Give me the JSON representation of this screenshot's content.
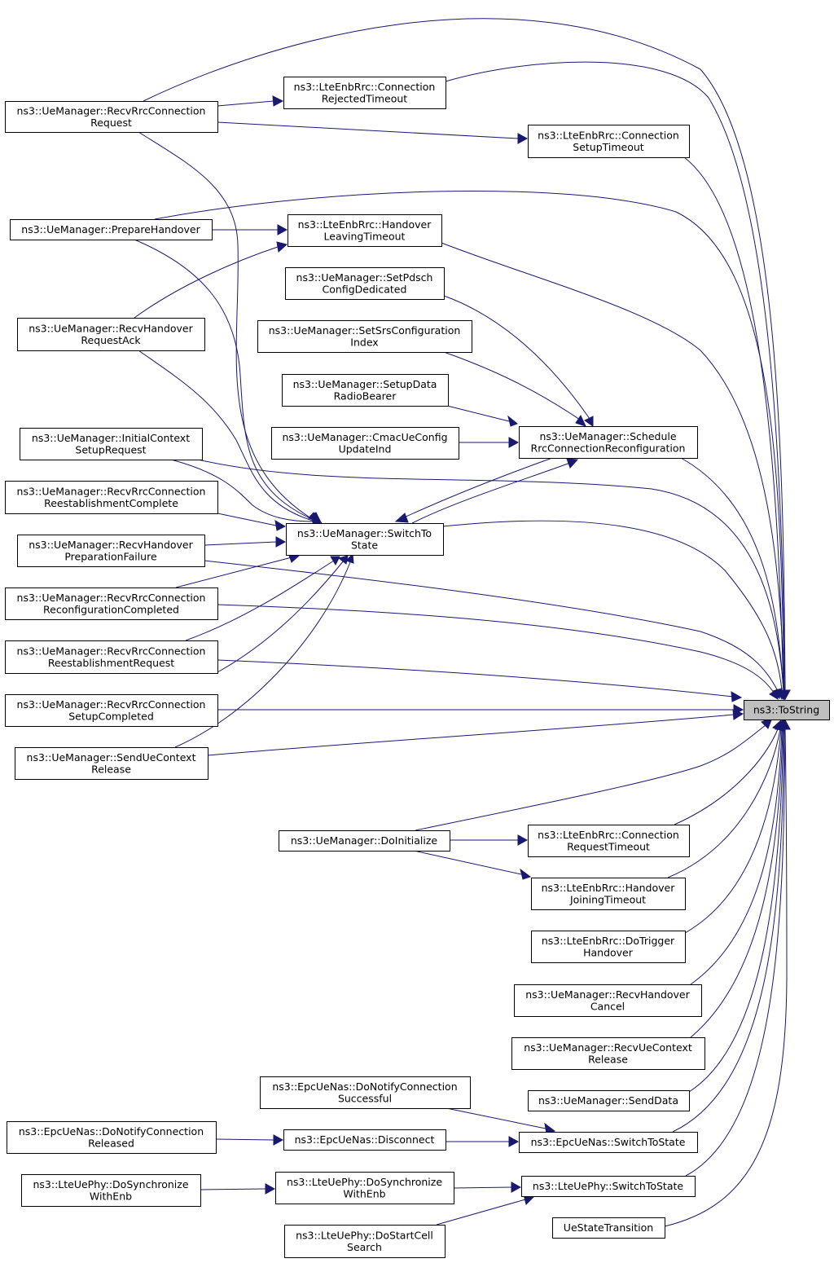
{
  "diagram": {
    "nodes": [
      {
        "id": "tostring",
        "lines": [
          "ns3::ToString"
        ],
        "root": true
      },
      {
        "id": "recvrrcconnreq",
        "lines": [
          "ns3::UeManager::RecvRrcConnection",
          "Request"
        ]
      },
      {
        "id": "connrejtimeout",
        "lines": [
          "ns3::LteEnbRrc::Connection",
          "RejectedTimeout"
        ]
      },
      {
        "id": "connsetuptimeout",
        "lines": [
          "ns3::LteEnbRrc::Connection",
          "SetupTimeout"
        ]
      },
      {
        "id": "preparehandover",
        "lines": [
          "ns3::UeManager::PrepareHandover"
        ]
      },
      {
        "id": "handoverleavingtimeout",
        "lines": [
          "ns3::LteEnbRrc::Handover",
          "LeavingTimeout"
        ]
      },
      {
        "id": "setpdsch",
        "lines": [
          "ns3::UeManager::SetPdsch",
          "ConfigDedicated"
        ]
      },
      {
        "id": "recvhandoverreqack",
        "lines": [
          "ns3::UeManager::RecvHandover",
          "RequestAck"
        ]
      },
      {
        "id": "setsrs",
        "lines": [
          "ns3::UeManager::SetSrsConfiguration",
          "Index"
        ]
      },
      {
        "id": "setupdatarb",
        "lines": [
          "ns3::UeManager::SetupData",
          "RadioBearer"
        ]
      },
      {
        "id": "cmacueconfig",
        "lines": [
          "ns3::UeManager::CmacUeConfig",
          "UpdateInd"
        ]
      },
      {
        "id": "schedulerrcconnreconf",
        "lines": [
          "ns3::UeManager::Schedule",
          "RrcConnectionReconfiguration"
        ]
      },
      {
        "id": "initialcontextsetup",
        "lines": [
          "ns3::UeManager::InitialContext",
          "SetupRequest"
        ]
      },
      {
        "id": "recvrrcreestcomplete",
        "lines": [
          "ns3::UeManager::RecvRrcConnection",
          "ReestablishmentComplete"
        ]
      },
      {
        "id": "switchtostate",
        "lines": [
          "ns3::UeManager::SwitchTo",
          "State"
        ]
      },
      {
        "id": "recvhandoverprepfail",
        "lines": [
          "ns3::UeManager::RecvHandover",
          "PreparationFailure"
        ]
      },
      {
        "id": "recvrrcreconfcompleted",
        "lines": [
          "ns3::UeManager::RecvRrcConnection",
          "ReconfigurationCompleted"
        ]
      },
      {
        "id": "recvrrcreestrequest",
        "lines": [
          "ns3::UeManager::RecvRrcConnection",
          "ReestablishmentRequest"
        ]
      },
      {
        "id": "recvrrcsetupcompleted",
        "lines": [
          "ns3::UeManager::RecvRrcConnection",
          "SetupCompleted"
        ]
      },
      {
        "id": "senduecontextrelease",
        "lines": [
          "ns3::UeManager::SendUeContext",
          "Release"
        ]
      },
      {
        "id": "doinitialize",
        "lines": [
          "ns3::UeManager::DoInitialize"
        ]
      },
      {
        "id": "connreqtimeout",
        "lines": [
          "ns3::LteEnbRrc::Connection",
          "RequestTimeout"
        ]
      },
      {
        "id": "handoverjoiningtimeout",
        "lines": [
          "ns3::LteEnbRrc::Handover",
          "JoiningTimeout"
        ]
      },
      {
        "id": "dotriggerhandover",
        "lines": [
          "ns3::LteEnbRrc::DoTrigger",
          "Handover"
        ]
      },
      {
        "id": "recvhandovercancel",
        "lines": [
          "ns3::UeManager::RecvHandover",
          "Cancel"
        ]
      },
      {
        "id": "recvuecontextrelease",
        "lines": [
          "ns3::UeManager::RecvUeContext",
          "Release"
        ]
      },
      {
        "id": "donotifyconnsuccessful",
        "lines": [
          "ns3::EpcUeNas::DoNotifyConnection",
          "Successful"
        ]
      },
      {
        "id": "senddata",
        "lines": [
          "ns3::UeManager::SendData"
        ]
      },
      {
        "id": "donotifyconnreleased",
        "lines": [
          "ns3::EpcUeNas::DoNotifyConnection",
          "Released"
        ]
      },
      {
        "id": "epcdisconnect",
        "lines": [
          "ns3::EpcUeNas::Disconnect"
        ]
      },
      {
        "id": "epcswitchtostate",
        "lines": [
          "ns3::EpcUeNas::SwitchToState"
        ]
      },
      {
        "id": "dosyncwithenb2",
        "lines": [
          "ns3::LteUePhy::DoSynchronize",
          "WithEnb"
        ]
      },
      {
        "id": "dosyncwithenb1",
        "lines": [
          "ns3::LteUePhy::DoSynchronize",
          "WithEnb"
        ]
      },
      {
        "id": "physwitchtostate",
        "lines": [
          "ns3::LteUePhy::SwitchToState"
        ]
      },
      {
        "id": "dostartcellsearch",
        "lines": [
          "ns3::LteUePhy::DoStartCell",
          "Search"
        ]
      },
      {
        "id": "uestatetransition",
        "lines": [
          "UeStateTransition"
        ]
      }
    ],
    "edges": [
      {
        "from": "recvrrcconnreq",
        "to": "tostring"
      },
      {
        "from": "recvrrcconnreq",
        "to": "connrejtimeout"
      },
      {
        "from": "recvrrcconnreq",
        "to": "connsetuptimeout"
      },
      {
        "from": "recvrrcconnreq",
        "to": "switchtostate"
      },
      {
        "from": "connrejtimeout",
        "to": "tostring"
      },
      {
        "from": "connsetuptimeout",
        "to": "tostring"
      },
      {
        "from": "preparehandover",
        "to": "tostring"
      },
      {
        "from": "preparehandover",
        "to": "handoverleavingtimeout"
      },
      {
        "from": "preparehandover",
        "to": "switchtostate"
      },
      {
        "from": "handoverleavingtimeout",
        "to": "tostring"
      },
      {
        "from": "recvhandoverreqack",
        "to": "handoverleavingtimeout"
      },
      {
        "from": "recvhandoverreqack",
        "to": "switchtostate"
      },
      {
        "from": "setpdsch",
        "to": "schedulerrcconnreconf"
      },
      {
        "from": "setsrs",
        "to": "schedulerrcconnreconf"
      },
      {
        "from": "setupdatarb",
        "to": "schedulerrcconnreconf"
      },
      {
        "from": "cmacueconfig",
        "to": "schedulerrcconnreconf"
      },
      {
        "from": "schedulerrcconnreconf",
        "to": "tostring"
      },
      {
        "from": "schedulerrcconnreconf",
        "to": "switchtostate"
      },
      {
        "from": "switchtostate",
        "to": "schedulerrcconnreconf"
      },
      {
        "from": "initialcontextsetup",
        "to": "tostring"
      },
      {
        "from": "initialcontextsetup",
        "to": "switchtostate"
      },
      {
        "from": "recvrrcreestcomplete",
        "to": "switchtostate"
      },
      {
        "from": "switchtostate",
        "to": "tostring"
      },
      {
        "from": "recvhandoverprepfail",
        "to": "switchtostate"
      },
      {
        "from": "recvhandoverprepfail",
        "to": "tostring"
      },
      {
        "from": "recvrrcreconfcompleted",
        "to": "switchtostate"
      },
      {
        "from": "recvrrcreconfcompleted",
        "to": "tostring"
      },
      {
        "from": "recvrrcreestrequest",
        "to": "switchtostate"
      },
      {
        "from": "recvrrcreestrequest",
        "to": "tostring"
      },
      {
        "from": "recvrrcsetupcompleted",
        "to": "switchtostate"
      },
      {
        "from": "recvrrcsetupcompleted",
        "to": "tostring"
      },
      {
        "from": "senduecontextrelease",
        "to": "switchtostate"
      },
      {
        "from": "senduecontextrelease",
        "to": "tostring"
      },
      {
        "from": "doinitialize",
        "to": "tostring"
      },
      {
        "from": "doinitialize",
        "to": "connreqtimeout"
      },
      {
        "from": "doinitialize",
        "to": "handoverjoiningtimeout"
      },
      {
        "from": "connreqtimeout",
        "to": "tostring"
      },
      {
        "from": "handoverjoiningtimeout",
        "to": "tostring"
      },
      {
        "from": "dotriggerhandover",
        "to": "tostring"
      },
      {
        "from": "recvhandovercancel",
        "to": "tostring"
      },
      {
        "from": "recvuecontextrelease",
        "to": "tostring"
      },
      {
        "from": "senddata",
        "to": "tostring"
      },
      {
        "from": "donotifyconnsuccessful",
        "to": "epcswitchtostate"
      },
      {
        "from": "donotifyconnreleased",
        "to": "epcdisconnect"
      },
      {
        "from": "epcdisconnect",
        "to": "epcswitchtostate"
      },
      {
        "from": "epcswitchtostate",
        "to": "tostring"
      },
      {
        "from": "dosyncwithenb2",
        "to": "dosyncwithenb1"
      },
      {
        "from": "dosyncwithenb1",
        "to": "physwitchtostate"
      },
      {
        "from": "dostartcellsearch",
        "to": "physwitchtostate"
      },
      {
        "from": "physwitchtostate",
        "to": "tostring"
      },
      {
        "from": "uestatetransition",
        "to": "tostring"
      }
    ]
  }
}
